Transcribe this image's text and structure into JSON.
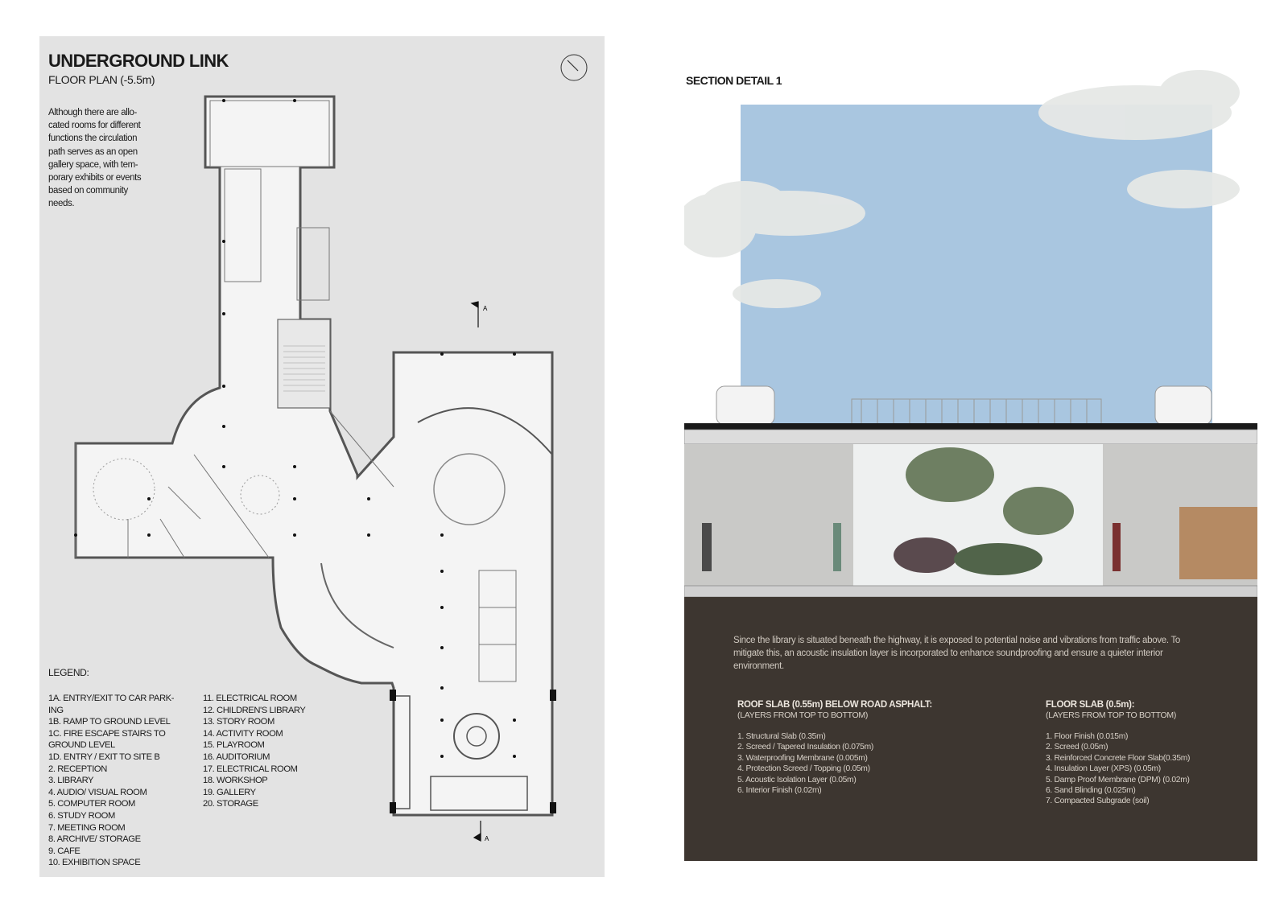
{
  "floor_plan": {
    "title": "UNDERGROUND LINK",
    "subtitle": "FLOOR PLAN (-5.5m)",
    "description": "Although there are allo-\ncated rooms for different\nfunctions the circulation\npath serves as an open\ngallery space, with tem-\nporary exhibits or events\nbased on community\nneeds.",
    "section_marker": "A",
    "legend_title": "LEGEND:",
    "legend_col1": [
      "1A. ENTRY/EXIT TO CAR PARK-ING",
      "1B. RAMP TO GROUND LEVEL",
      "1C. FIRE ESCAPE STAIRS TO GROUND LEVEL",
      "1D. ENTRY / EXIT TO SITE B",
      "2. RECEPTION",
      "3. LIBRARY",
      "4. AUDIO/ VISUAL ROOM",
      "5. COMPUTER ROOM",
      "6. STUDY ROOM",
      "7. MEETING ROOM",
      "8. ARCHIVE/ STORAGE",
      "9. CAFE",
      "10. EXHIBITION SPACE"
    ],
    "legend_col2": [
      "11. ELECTRICAL ROOM",
      "12. CHILDREN'S LIBRARY",
      "13. STORY ROOM",
      "14. ACTIVITY ROOM",
      "15. PLAYROOM",
      "16. AUDITORIUM",
      "17. ELECTRICAL ROOM",
      "18. WORKSHOP",
      "19. GALLERY",
      "20. STORAGE"
    ]
  },
  "section_detail": {
    "title": "SECTION DETAIL 1",
    "description": "Since the library is situated beneath the highway, it is exposed to potential noise and vibrations from traffic above. To mitigate this, an acoustic insulation layer is incorporated to enhance soundproofing and ensure a quieter interior environment.",
    "roof_slab": {
      "heading": "ROOF SLAB (0.55m) BELOW ROAD ASPHALT:",
      "subheading": "(LAYERS FROM TOP TO BOTTOM)",
      "layers": [
        "1.  Structural Slab (0.35m)",
        "2. Screed / Tapered Insulation (0.075m)",
        "3. Waterproofing Membrane (0.005m)",
        "4. Protection Screed / Topping (0.05m)",
        "5. Acoustic Isolation Layer (0.05m)",
        "6. Interior Finish (0.02m)"
      ]
    },
    "floor_slab": {
      "heading": "FLOOR  SLAB (0.5m):",
      "subheading": "(LAYERS FROM TOP TO BOTTOM)",
      "layers": [
        "1. Floor Finish (0.015m)",
        "2. Screed (0.05m)",
        "3. Reinforced Concrete Floor Slab(0.35m)",
        "4. Insulation Layer (XPS) (0.05m)",
        "5. Damp Proof Membrane (DPM) (0.02m)",
        "6. Sand Blinding (0.025m)",
        "7. Compacted Subgrade (soil)"
      ]
    }
  },
  "colors": {
    "panel_bg": "#e3e3e3",
    "wall": "#555555",
    "sky": "#a9c6e0",
    "soil": "#3d3630",
    "concrete": "#c9c9c7"
  }
}
